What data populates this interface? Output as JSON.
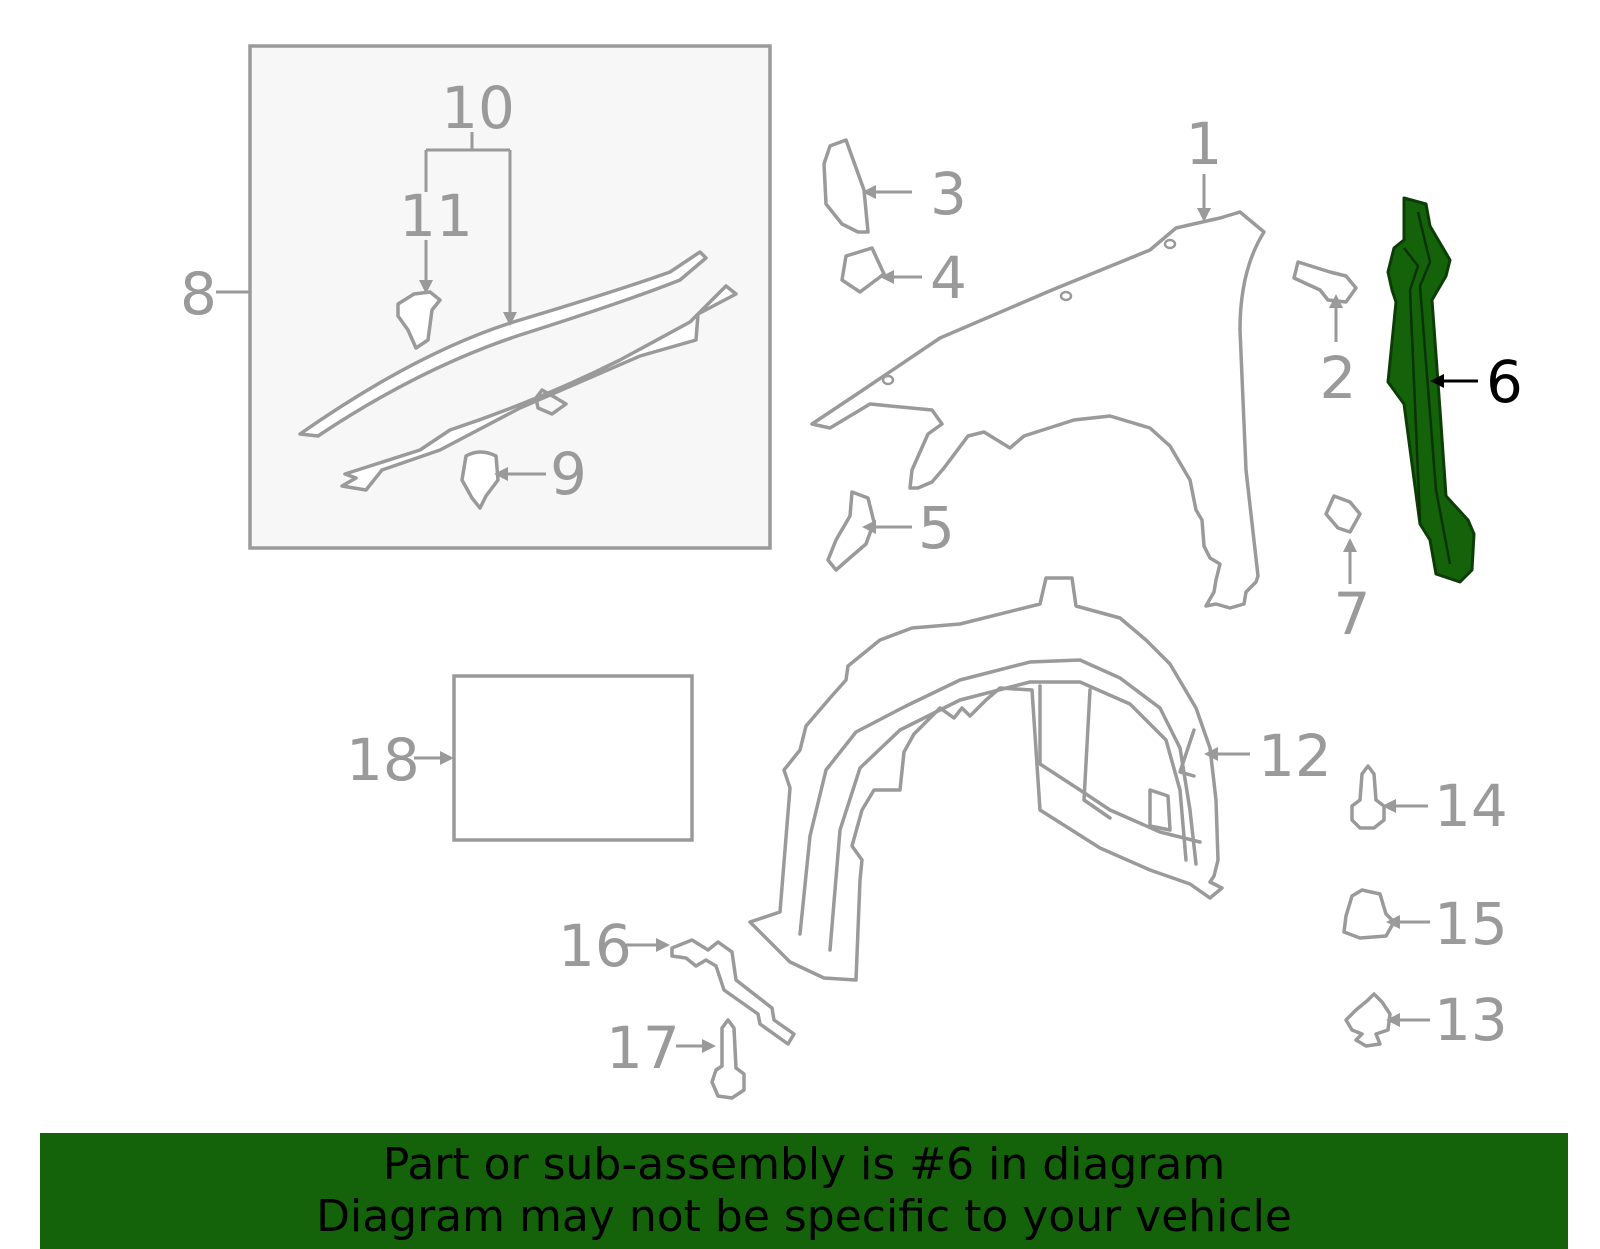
{
  "callouts": [
    {
      "id": "1",
      "text": "1"
    },
    {
      "id": "2",
      "text": "2"
    },
    {
      "id": "3",
      "text": "3"
    },
    {
      "id": "4",
      "text": "4"
    },
    {
      "id": "5",
      "text": "5"
    },
    {
      "id": "6",
      "text": "6",
      "highlighted": true
    },
    {
      "id": "7",
      "text": "7"
    },
    {
      "id": "8",
      "text": "8"
    },
    {
      "id": "9",
      "text": "9"
    },
    {
      "id": "10",
      "text": "10"
    },
    {
      "id": "11",
      "text": "11"
    },
    {
      "id": "12",
      "text": "12"
    },
    {
      "id": "13",
      "text": "13"
    },
    {
      "id": "14",
      "text": "14"
    },
    {
      "id": "15",
      "text": "15"
    },
    {
      "id": "16",
      "text": "16"
    },
    {
      "id": "17",
      "text": "17"
    },
    {
      "id": "18",
      "text": "18"
    }
  ],
  "banner": {
    "line1": "Part or sub-assembly is #6 in diagram",
    "line2": "Diagram may not be specific to your vehicle"
  },
  "colors": {
    "highlight_part": "#14620a",
    "banner_bg": "#14620a",
    "line_gray": "#9a9a9a"
  }
}
